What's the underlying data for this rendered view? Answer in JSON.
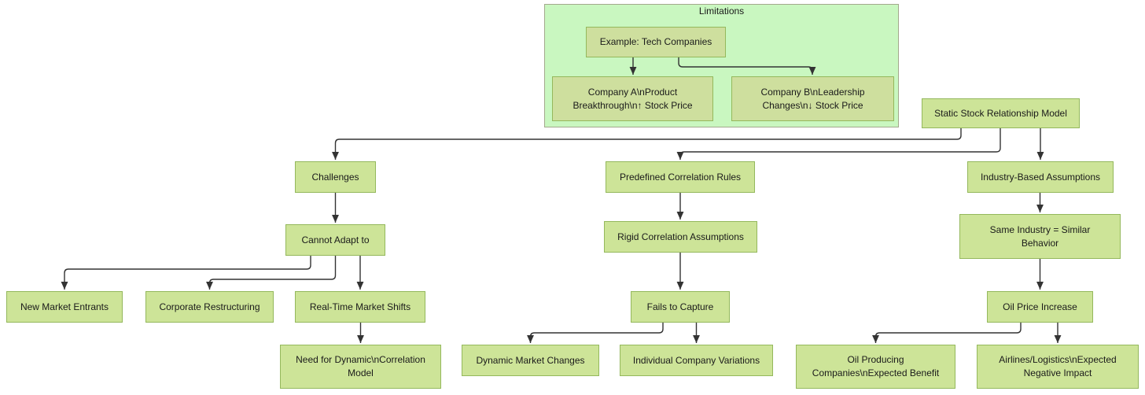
{
  "colors": {
    "cluster_fill": "#c9f7c0",
    "cluster_border": "#a3a98c",
    "node_fill": "#cde498",
    "cluster_node_fill": "#cedf9e",
    "node_border": "#94b85c",
    "edge": "#333333",
    "text": "#1a1a1a"
  },
  "cluster": {
    "title": "Limitations"
  },
  "nodes": {
    "example": "Example: Tech Companies",
    "company_a": [
      "Company A\\nProduct",
      "Breakthrough\\n↑ Stock Price"
    ],
    "company_b": [
      "Company B\\nLeadership",
      "Changes\\n↓ Stock Price"
    ],
    "static_model": "Static Stock Relationship Model",
    "challenges": "Challenges",
    "predefined_rules": "Predefined Correlation Rules",
    "industry_assumptions": "Industry-Based Assumptions",
    "cannot_adapt": "Cannot Adapt to",
    "rigid_assumptions": "Rigid Correlation Assumptions",
    "same_industry": [
      "Same Industry = Similar",
      "Behavior"
    ],
    "new_market_entrants": "New Market Entrants",
    "corporate_restructuring": "Corporate Restructuring",
    "realtime_shifts": "Real-Time Market Shifts",
    "fails_to_capture": "Fails to Capture",
    "oil_price_increase": "Oil Price Increase",
    "need_dynamic_model": [
      "Need for Dynamic\\nCorrelation",
      "Model"
    ],
    "dynamic_changes": "Dynamic Market Changes",
    "individual_variations": "Individual Company Variations",
    "oil_producing": [
      "Oil Producing",
      "Companies\\nExpected Benefit"
    ],
    "airlines_logistics": [
      "Airlines/Logistics\\nExpected",
      "Negative Impact"
    ]
  },
  "edges": [
    {
      "from": "example",
      "to": "company_a"
    },
    {
      "from": "example",
      "to": "company_b"
    },
    {
      "from": "static_model",
      "to": "challenges"
    },
    {
      "from": "static_model",
      "to": "predefined_rules"
    },
    {
      "from": "static_model",
      "to": "industry_assumptions"
    },
    {
      "from": "challenges",
      "to": "cannot_adapt"
    },
    {
      "from": "cannot_adapt",
      "to": "new_market_entrants"
    },
    {
      "from": "cannot_adapt",
      "to": "corporate_restructuring"
    },
    {
      "from": "cannot_adapt",
      "to": "realtime_shifts"
    },
    {
      "from": "realtime_shifts",
      "to": "need_dynamic_model"
    },
    {
      "from": "predefined_rules",
      "to": "rigid_assumptions"
    },
    {
      "from": "rigid_assumptions",
      "to": "fails_to_capture"
    },
    {
      "from": "fails_to_capture",
      "to": "dynamic_changes"
    },
    {
      "from": "fails_to_capture",
      "to": "individual_variations"
    },
    {
      "from": "industry_assumptions",
      "to": "same_industry"
    },
    {
      "from": "same_industry",
      "to": "oil_price_increase"
    },
    {
      "from": "oil_price_increase",
      "to": "oil_producing"
    },
    {
      "from": "oil_price_increase",
      "to": "airlines_logistics"
    }
  ]
}
